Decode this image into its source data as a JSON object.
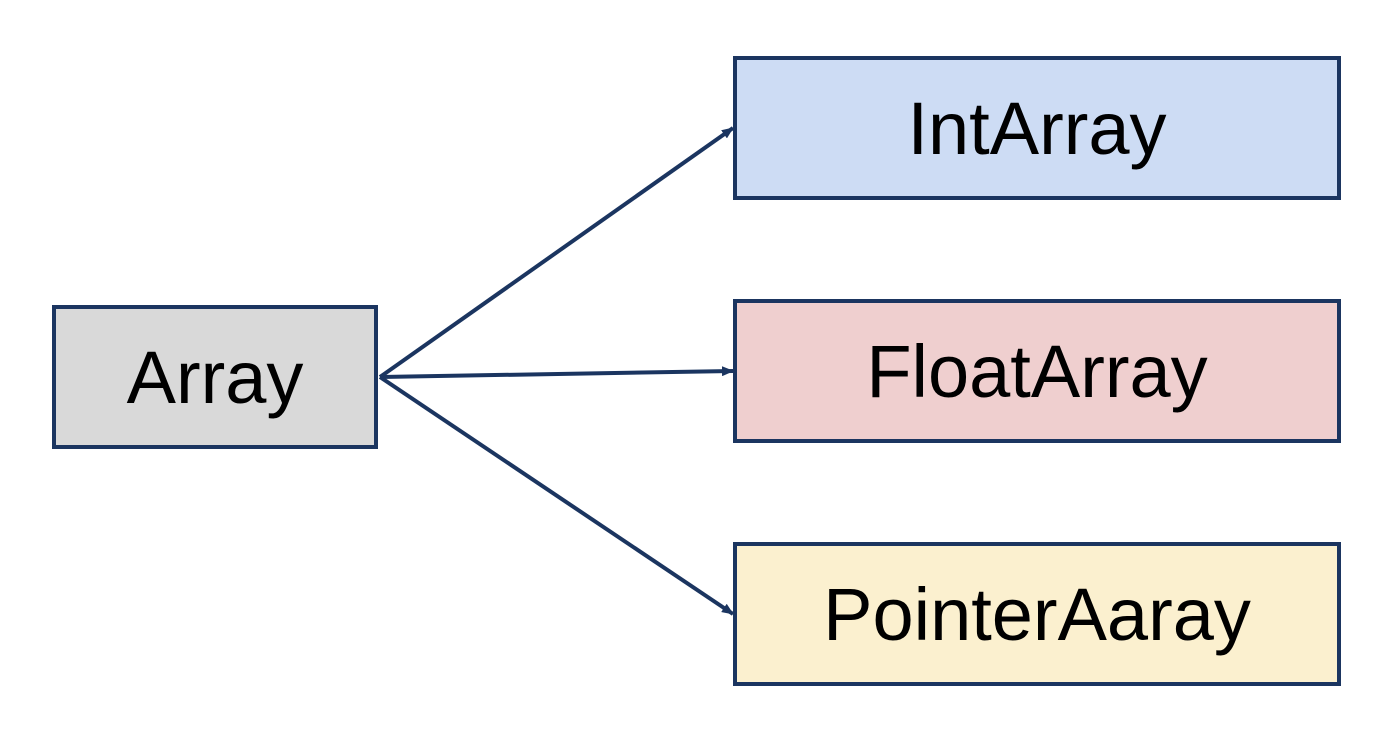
{
  "diagram": {
    "base": {
      "label": "Array",
      "fill": "#d9d9d9"
    },
    "children": [
      {
        "label": "IntArray",
        "fill": "#cddcf4"
      },
      {
        "label": "FloatArray",
        "fill": "#efcfcf"
      },
      {
        "label": "PointerAaray",
        "fill": "#fbf0cf"
      }
    ],
    "edges": [
      {
        "from": "Array",
        "to": "IntArray"
      },
      {
        "from": "Array",
        "to": "FloatArray"
      },
      {
        "from": "Array",
        "to": "PointerAaray"
      }
    ],
    "colors": {
      "stroke": "#1b3560",
      "arrow": "#1b3560",
      "text": "#000000"
    }
  }
}
